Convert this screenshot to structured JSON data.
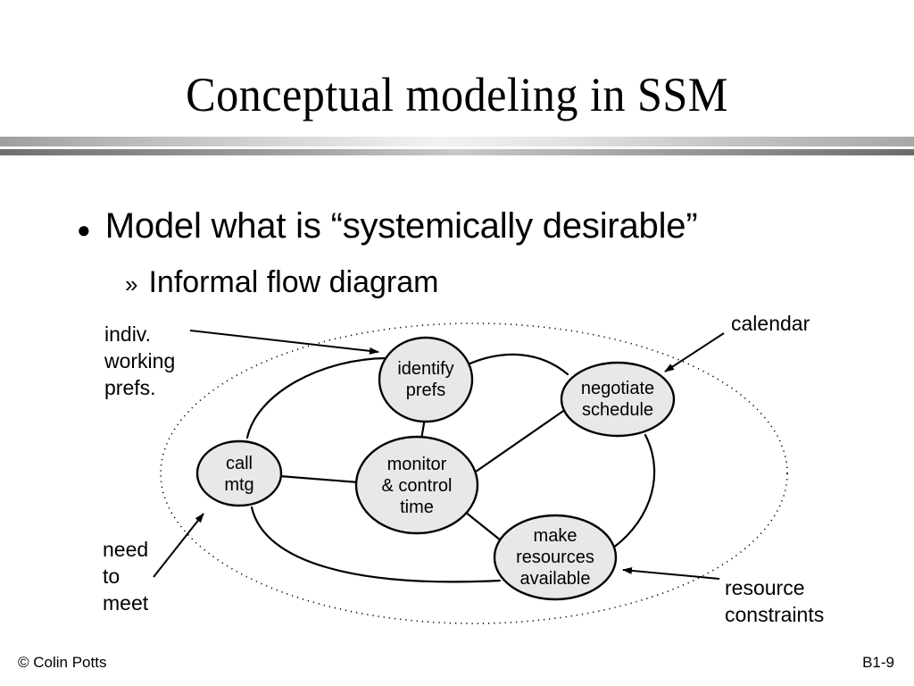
{
  "slide": {
    "title": "Conceptual modeling in SSM",
    "bullets": [
      {
        "glyph": "●",
        "text": "Model what is “systemically desirable”",
        "level": 1
      },
      {
        "glyph": "»",
        "text": "Informal flow diagram",
        "level": 2
      }
    ],
    "footer": {
      "copyright": "© Colin Potts",
      "page_number": "B1-9"
    }
  },
  "diagram": {
    "boundary": {
      "name": "system-boundary",
      "style": "dotted-ellipse"
    },
    "node_fill": "#e8e8e8",
    "node_stroke": "#000000",
    "nodes": [
      {
        "id": "identify-prefs",
        "lines": [
          "identify",
          "prefs"
        ]
      },
      {
        "id": "negotiate-schedule",
        "lines": [
          "negotiate",
          "schedule"
        ]
      },
      {
        "id": "call-mtg",
        "lines": [
          "call",
          "mtg"
        ]
      },
      {
        "id": "monitor-control",
        "lines": [
          "monitor",
          "& control",
          "time"
        ]
      },
      {
        "id": "make-resources",
        "lines": [
          "make",
          "resources",
          "available"
        ]
      }
    ],
    "annotations": [
      {
        "id": "indiv-working-prefs",
        "lines": [
          "indiv.",
          "working",
          "prefs."
        ],
        "target": "identify-prefs"
      },
      {
        "id": "calendar",
        "lines": [
          "calendar"
        ],
        "target": "system-boundary"
      },
      {
        "id": "need-to-meet",
        "lines": [
          "need",
          "to",
          "meet"
        ],
        "target": "call-mtg"
      },
      {
        "id": "resource-constraints",
        "lines": [
          "resource",
          "constraints"
        ],
        "target": "make-resources"
      }
    ]
  }
}
